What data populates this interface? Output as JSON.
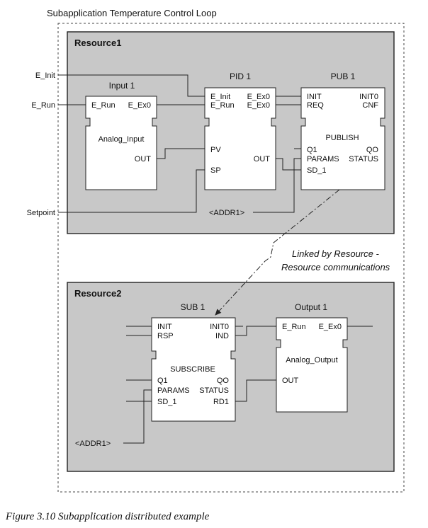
{
  "title": "Subapplication Temperature Control Loop",
  "caption": "Figure 3.10   Subapplication distributed example",
  "annotation": [
    "Linked by Resource -",
    "Resource communications"
  ],
  "resource1": {
    "label": "Resource1",
    "inputs": {
      "e_init": "E_Init",
      "e_run": "E_Run",
      "setpoint": "Setpoint"
    },
    "addr": "<ADDR1>",
    "input1": {
      "name": "Input 1",
      "type": "Analog_Input",
      "e_in": "E_Run",
      "e_out": "E_Ex0",
      "d_out": "OUT"
    },
    "pid1": {
      "name": "PID 1",
      "e_in1": "E_Init",
      "e_in2": "E_Run",
      "e_out1": "E_Ex0",
      "e_out2": "E_Ex0",
      "d_in1": "PV",
      "d_in2": "SP",
      "d_out": "OUT"
    },
    "pub1": {
      "name": "PUB 1",
      "type": "PUBLISH",
      "e_in1": "INIT",
      "e_in2": "REQ",
      "e_out1": "INIT0",
      "e_out2": "CNF",
      "d_in1": "Q1",
      "d_in2": "PARAMS",
      "d_in3": "SD_1",
      "d_out1": "QO",
      "d_out2": "STATUS"
    }
  },
  "resource2": {
    "label": "Resource2",
    "addr": "<ADDR1>",
    "sub1": {
      "name": "SUB 1",
      "type": "SUBSCRIBE",
      "e_in1": "INIT",
      "e_in2": "RSP",
      "e_out1": "INIT0",
      "e_out2": "IND",
      "d_in1": "Q1",
      "d_in2": "PARAMS",
      "d_in3": "SD_1",
      "d_out1": "QO",
      "d_out2": "STATUS",
      "d_out3": "RD1"
    },
    "output1": {
      "name": "Output 1",
      "type": "Analog_Output",
      "e_in": "E_Run",
      "e_out": "E_Ex0",
      "d_in": "OUT"
    }
  }
}
